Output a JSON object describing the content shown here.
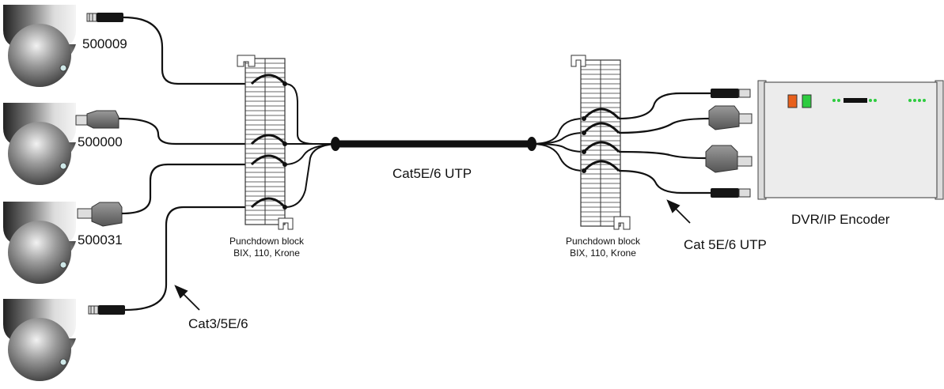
{
  "cameras": [
    {
      "id": "500009"
    },
    {
      "id": "500000"
    },
    {
      "id": "500031"
    },
    {
      "id": ""
    }
  ],
  "cables": {
    "trunk": "Cat5E/6 UTP",
    "camera_side": "Cat3/5E/6",
    "dvr_side": "Cat 5E/6 UTP"
  },
  "punchdown_blocks": [
    {
      "line1": "Punchdown block",
      "line2": "BIX, 110, Krone"
    },
    {
      "line1": "Punchdown block",
      "line2": "BIX, 110, Krone"
    }
  ],
  "dvr": {
    "label": "DVR/IP Encoder",
    "colors": {
      "orange_led": "#e8601c",
      "green_led": "#2ecc40",
      "panel": "#ececec"
    }
  },
  "icons": [
    "dome-camera-icon",
    "bnc-connector-icon",
    "balun-icon",
    "punchdown-block-icon",
    "dvr-unit-icon",
    "arrow-icon"
  ]
}
